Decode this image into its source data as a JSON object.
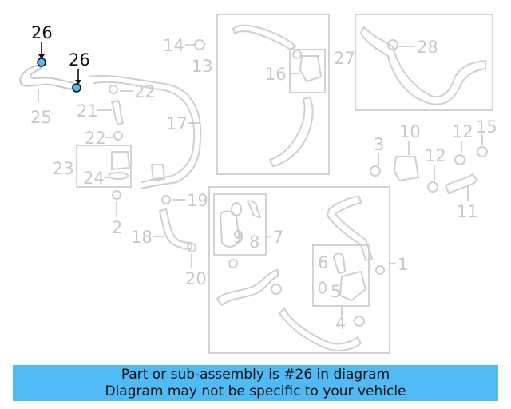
{
  "diagram": {
    "highlight_label_a": "26",
    "highlight_label_b": "26",
    "highlight_color": "#4fbaf3",
    "callouts": {
      "c1": "1",
      "c2": "2",
      "c3": "3",
      "c4": "4",
      "c5": "5",
      "c6": "6",
      "c7": "7",
      "c8": "8",
      "c9": "9",
      "c10": "10",
      "c11": "11",
      "c12a": "12",
      "c12b": "12",
      "c13": "13",
      "c14": "14",
      "c15": "15",
      "c16": "16",
      "c17": "17",
      "c18": "18",
      "c19": "19",
      "c20": "20",
      "c21": "21",
      "c22a": "22",
      "c22b": "22",
      "c23": "23",
      "c24": "24",
      "c25": "25",
      "c27": "27",
      "c28": "28"
    }
  },
  "banner": {
    "line1": "Part or sub-assembly is #26 in diagram",
    "line2": "Diagram may not be specific to your vehicle",
    "background": "#4fbaf3"
  }
}
